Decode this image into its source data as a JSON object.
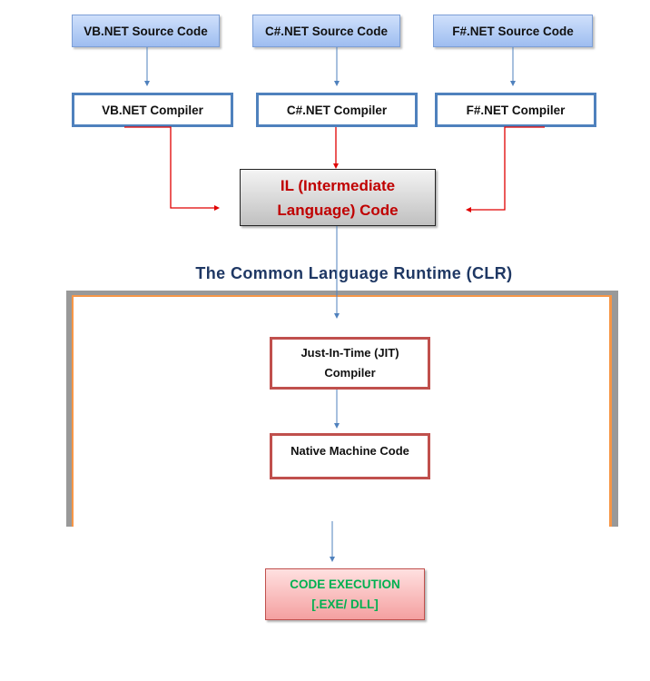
{
  "source_boxes": [
    {
      "label": "VB.NET Source Code"
    },
    {
      "label": "C#.NET Source Code"
    },
    {
      "label": "F#.NET Source Code"
    }
  ],
  "compiler_boxes": [
    {
      "label": "VB.NET Compiler"
    },
    {
      "label": "C#.NET Compiler"
    },
    {
      "label": "F#.NET Compiler"
    }
  ],
  "il_box": {
    "line1": "IL (Intermediate",
    "line2": "Language) Code"
  },
  "clr": {
    "title": "The Common Language Runtime (CLR)",
    "jit_box": {
      "line1": "Just-In-Time (JIT)",
      "line2": "Compiler"
    },
    "native_box": {
      "label": "Native Machine Code"
    }
  },
  "execution_box": {
    "line1": "CODE EXECUTION",
    "line2": "[.EXE/ DLL]"
  },
  "colors": {
    "blue_arrow": "#4f81bd",
    "red_arrow": "#e00000",
    "compiler_border": "#4f81bd",
    "il_text": "#c00000",
    "clr_title": "#1f3864",
    "clr_frame_gray": "#999999",
    "clr_frame_orange": "#f79646",
    "jit_border": "#c0504d",
    "execution_text": "#00b050"
  }
}
